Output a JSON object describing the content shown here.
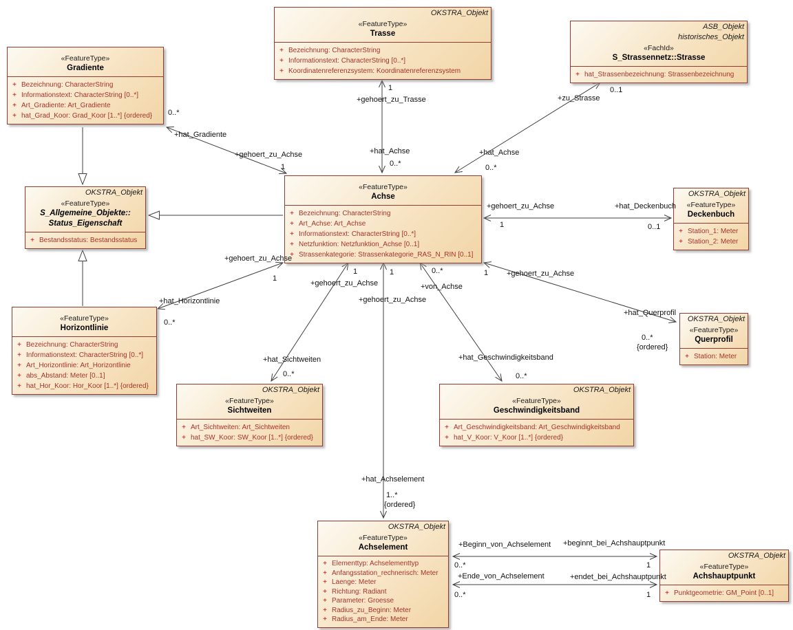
{
  "plus": "+",
  "colors": {
    "box_border": "#8f3b32",
    "box_fill_light": "#fdfaf2",
    "box_fill_dark": "#f2d5a6",
    "attribute_text": "#a5342a",
    "line": "#3f3f3f",
    "background": "#ffffff"
  },
  "classes": {
    "trasse": {
      "tag": "OKSTRA_Objekt",
      "stereotype": "«FeatureType»",
      "name": "Trasse",
      "attributes": [
        "Bezeichnung: CharacterString",
        "Informationstext: CharacterString [0..*]",
        "Koordinatenreferenzsystem: Koordinatenreferenzsystem"
      ]
    },
    "strasse": {
      "tag": "ASB_Objekt",
      "tag2": "historisches_Objekt",
      "stereotype": "«FachId»",
      "name": "S_Strassennetz::Strasse",
      "attributes": [
        "hat_Strassenbezeichnung: Strassenbezeichnung"
      ]
    },
    "gradiente": {
      "stereotype": "«FeatureType»",
      "name": "Gradiente",
      "attributes": [
        "Bezeichnung: CharacterString",
        "Informationstext: CharacterString [0..*]",
        "Art_Gradiente: Art_Gradiente",
        "hat_Grad_Koor: Grad_Koor [1..*] {ordered}"
      ]
    },
    "achse": {
      "stereotype": "«FeatureType»",
      "name": "Achse",
      "attributes": [
        "Bezeichnung: CharacterString",
        "Art_Achse: Art_Achse",
        "Informationstext: CharacterString [0..*]",
        "Netzfunktion: Netzfunktion_Achse [0..1]",
        "Strassenkategorie: Strassenkategorie_RAS_N_RIN [0..1]"
      ]
    },
    "status": {
      "tag": "OKSTRA_Objekt",
      "stereotype": "«FeatureType»",
      "name_line1": "S_Allgemeine_Objekte::",
      "name_line2": "Status_Eigenschaft",
      "attributes": [
        "Bestandsstatus: Bestandsstatus"
      ]
    },
    "deckenbuch": {
      "tag": "OKSTRA_Objekt",
      "stereotype": "«FeatureType»",
      "name": "Deckenbuch",
      "attributes": [
        "Station_1: Meter",
        "Station_2: Meter"
      ]
    },
    "horizontlinie": {
      "stereotype": "«FeatureType»",
      "name": "Horizontlinie",
      "attributes": [
        "Bezeichnung: CharacterString",
        "Informationstext: CharacterString [0..*]",
        "Art_Horizontlinie: Art_Horizontlinie",
        "abs_Abstand: Meter [0..1]",
        "hat_Hor_Koor: Hor_Koor [1..*] {ordered}"
      ]
    },
    "querprofil": {
      "tag": "OKSTRA_Objekt",
      "stereotype": "«FeatureType»",
      "name": "Querprofil",
      "attributes": [
        "Station: Meter"
      ]
    },
    "sichtweiten": {
      "tag": "OKSTRA_Objekt",
      "stereotype": "«FeatureType»",
      "name": "Sichtweiten",
      "attributes": [
        "Art_Sichtweiten: Art_Sichtweiten",
        "hat_SW_Koor: SW_Koor [1..*] {ordered}"
      ]
    },
    "geschwindigkeitsband": {
      "tag": "OKSTRA_Objekt",
      "stereotype": "«FeatureType»",
      "name": "Geschwindigkeitsband",
      "attributes": [
        "Art_Geschwindigkeitsband: Art_Geschwindigkeitsband",
        "hat_V_Koor: V_Koor [1..*] {ordered}"
      ]
    },
    "achselement": {
      "tag": "OKSTRA_Objekt",
      "stereotype": "«FeatureType»",
      "name": "Achselement",
      "attributes": [
        "Elementtyp: Achselementtyp",
        "Anfangsstation_rechnerisch: Meter",
        "Laenge: Meter",
        "Richtung: Radiant",
        "Parameter: Groesse",
        "Radius_zu_Beginn: Meter",
        "Radius_am_Ende: Meter"
      ]
    },
    "achshauptpunkt": {
      "tag": "OKSTRA_Objekt",
      "stereotype": "«FeatureType»",
      "name": "Achshauptpunkt",
      "attributes": [
        "Punktgeometrie: GM_Point [0..1]"
      ]
    }
  },
  "edges": {
    "trasse_achse": {
      "trasse_role": "+gehoert_zu_Trasse",
      "trasse_mult": "1",
      "achse_role": "+hat_Achse",
      "achse_mult": "0..*"
    },
    "strasse_achse": {
      "strasse_role": "+zu_Strasse",
      "strasse_mult": "0..1",
      "achse_role": "+hat_Achse",
      "achse_mult": "0..*"
    },
    "gradiente_achse": {
      "gradiente_role": "+hat_Gradiente",
      "gradiente_mult": "0..*",
      "achse_role": "+gehoert_zu_Achse",
      "achse_mult": "1"
    },
    "achse_deckenbuch": {
      "achse_role": "+gehoert_zu_Achse",
      "achse_mult": "1",
      "deckenbuch_role": "+hat_Deckenbuch",
      "deckenbuch_mult": "0..1"
    },
    "achse_querprofil": {
      "achse_role": "+gehoert_zu_Achse",
      "achse_mult": "1",
      "querprofil_role": "+hat_Querprofil",
      "querprofil_mult": "0..*",
      "querprofil_constraint": "{ordered}"
    },
    "achse_horizontlinie": {
      "achse_role": "+gehoert_zu_Achse",
      "achse_mult": "1",
      "horizontlinie_role": "+hat_Horizontlinie",
      "horizontlinie_mult": "0..*"
    },
    "achse_sichtweiten": {
      "achse_role": "+gehoert_zu_Achse",
      "achse_mult": "1",
      "sichtweiten_role": "+hat_Sichtweiten",
      "sichtweiten_mult": "0..*"
    },
    "achse_geschwindigkeitsband": {
      "achse_role": "+von_Achse",
      "achse_mult": "0..*",
      "band_role": "+hat_Geschwindigkeitsband",
      "band_mult": "0..*"
    },
    "achse_achselement": {
      "achse_role": "+gehoert_zu_Achse",
      "achse_mult": "1",
      "achselement_role": "+hat_Achselement",
      "achselement_mult": "1..*",
      "achselement_constraint": "{ordered}"
    },
    "beginn": {
      "achselement_role": "+Beginn_von_Achselement",
      "achselement_mult": "0..*",
      "punkt_role": "+beginnt_bei_Achshauptpunkt",
      "punkt_mult": "1"
    },
    "ende": {
      "achselement_role": "+Ende_von_Achselement",
      "achselement_mult": "0..*",
      "punkt_role": "+endet_bei_Achshauptpunkt",
      "punkt_mult": "1"
    }
  }
}
